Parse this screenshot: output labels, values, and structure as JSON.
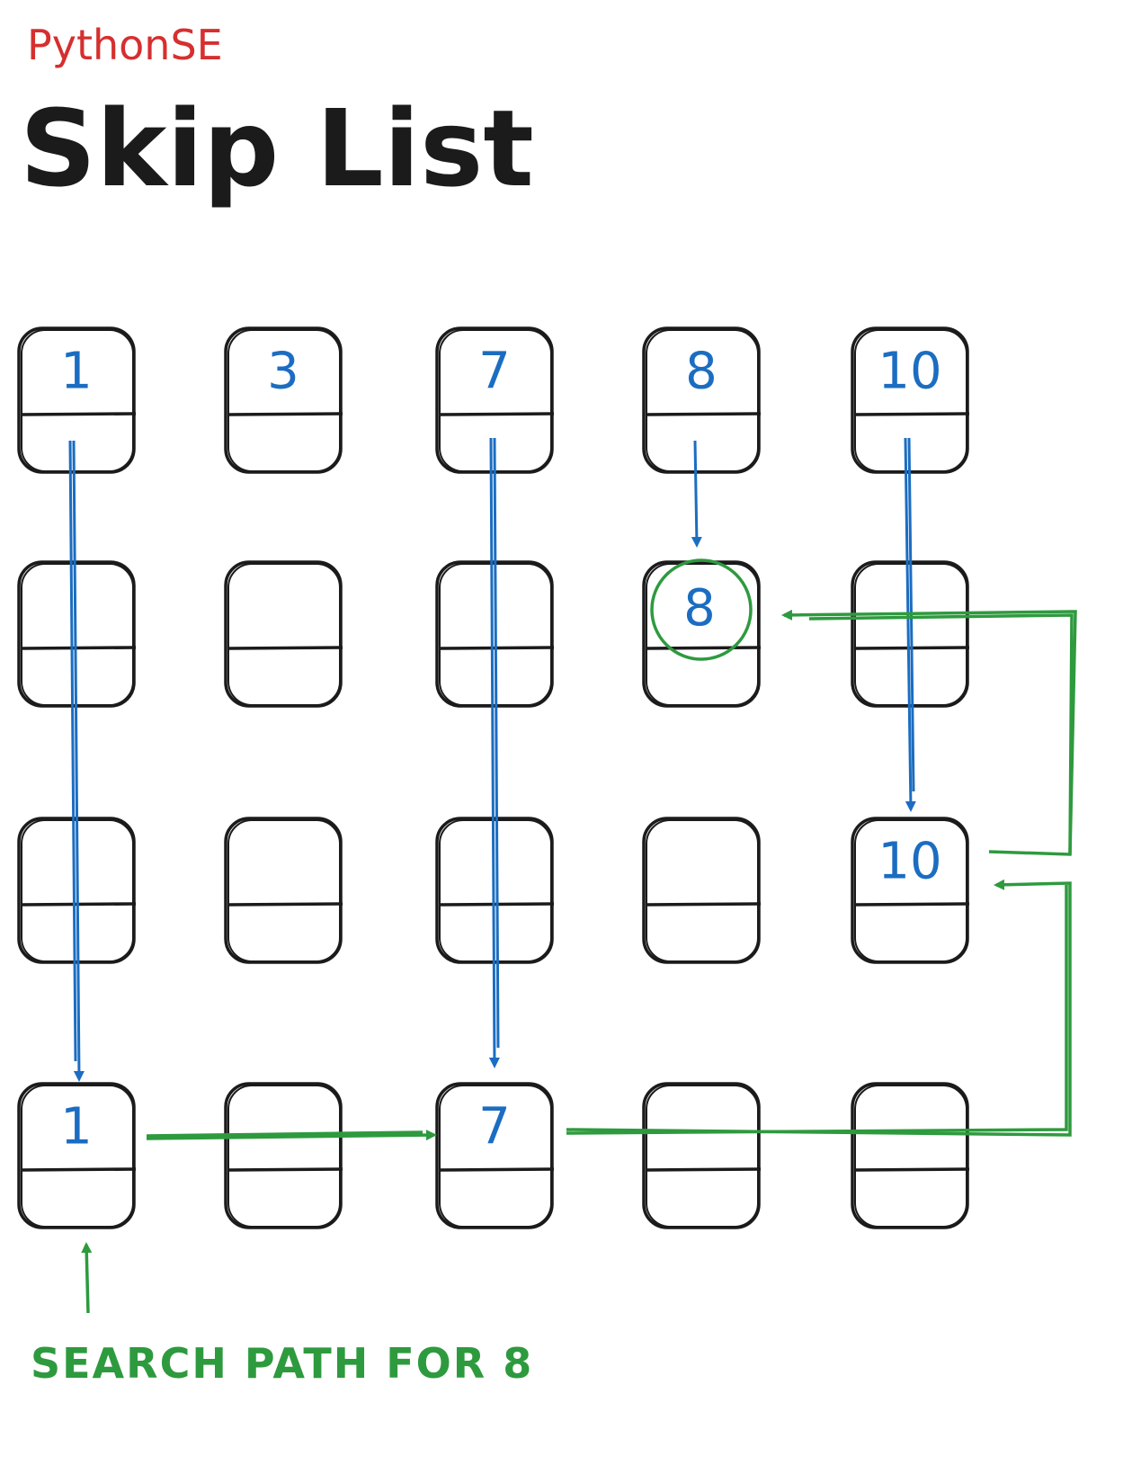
{
  "header": {
    "brand": "PythonSE",
    "title": "Skip List"
  },
  "levels": [
    {
      "nodes": [
        "1",
        "3",
        "7",
        "8",
        "10"
      ]
    },
    {
      "nodes": [
        "",
        "",
        "",
        "8",
        ""
      ]
    },
    {
      "nodes": [
        "",
        "",
        "",
        "",
        "10"
      ]
    },
    {
      "nodes": [
        "1",
        "",
        "7",
        "",
        ""
      ]
    }
  ],
  "found_key": "8",
  "caption": "SEARCH PATH FOR 8",
  "colors": {
    "brand": "#d62f2f",
    "ink": "#1b1b1b",
    "link": "#1b6dc1",
    "search_path": "#2e9a3e"
  }
}
